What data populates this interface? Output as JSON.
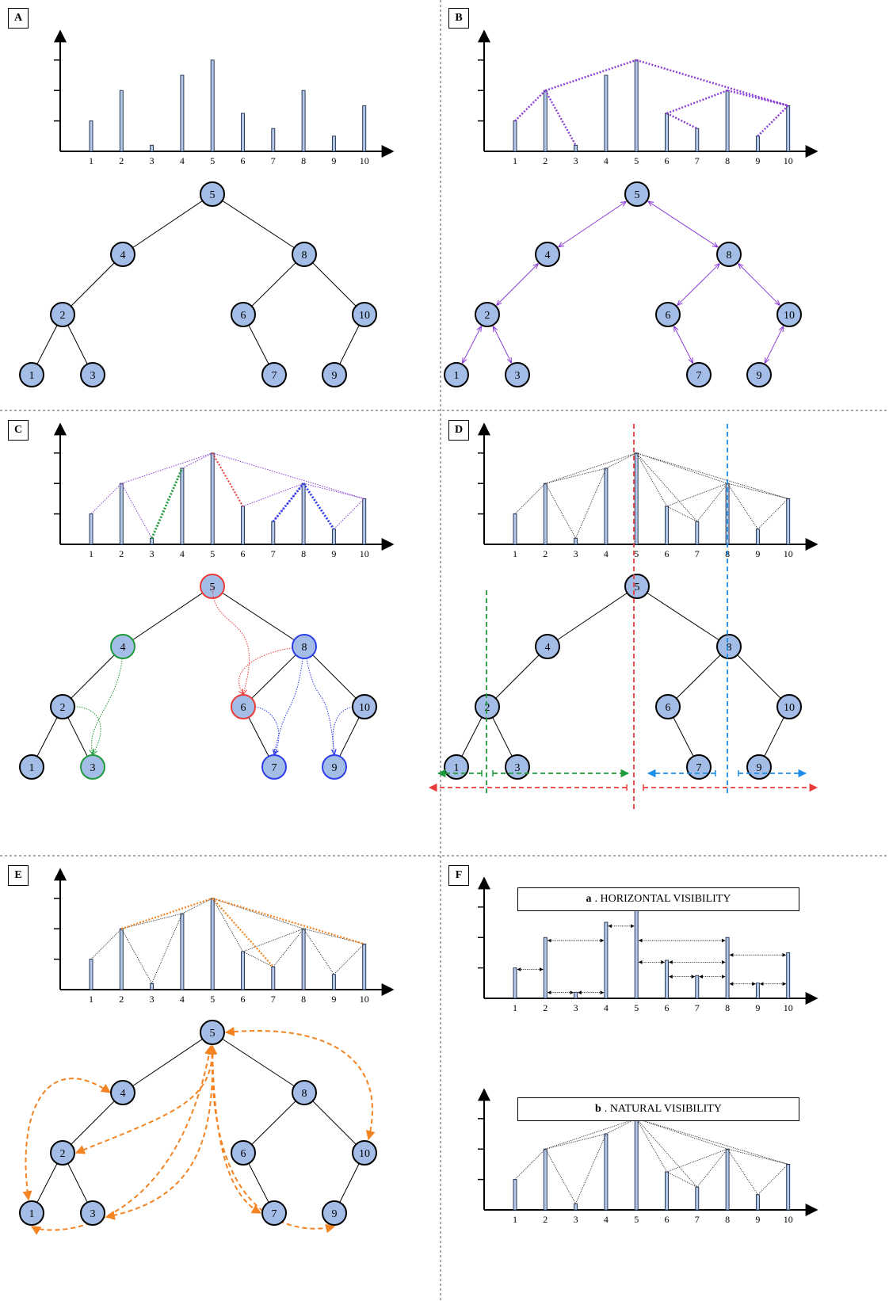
{
  "panels": {
    "A": {
      "label": "A"
    },
    "B": {
      "label": "B"
    },
    "C": {
      "label": "C"
    },
    "D": {
      "label": "D"
    },
    "E": {
      "label": "E"
    },
    "F": {
      "label": "F"
    }
  },
  "series": {
    "x_labels": [
      "1",
      "2",
      "3",
      "4",
      "5",
      "6",
      "7",
      "8",
      "9",
      "10"
    ],
    "values": [
      2.0,
      4.0,
      0.4,
      5.0,
      6.0,
      2.5,
      1.5,
      4.0,
      1.0,
      3.0
    ],
    "ylim": [
      0,
      8
    ]
  },
  "tree": {
    "nodes": [
      "1",
      "2",
      "3",
      "4",
      "5",
      "6",
      "7",
      "8",
      "9",
      "10"
    ],
    "edges": [
      [
        "5",
        "4"
      ],
      [
        "5",
        "8"
      ],
      [
        "4",
        "2"
      ],
      [
        "2",
        "1"
      ],
      [
        "2",
        "3"
      ],
      [
        "8",
        "6"
      ],
      [
        "8",
        "10"
      ],
      [
        "6",
        "7"
      ],
      [
        "10",
        "9"
      ]
    ]
  },
  "natural_visibility_edges": [
    [
      1,
      2
    ],
    [
      2,
      3
    ],
    [
      2,
      4
    ],
    [
      2,
      5
    ],
    [
      3,
      4
    ],
    [
      4,
      5
    ],
    [
      5,
      6
    ],
    [
      5,
      7
    ],
    [
      5,
      8
    ],
    [
      5,
      10
    ],
    [
      6,
      7
    ],
    [
      6,
      8
    ],
    [
      7,
      8
    ],
    [
      8,
      9
    ],
    [
      8,
      10
    ],
    [
      9,
      10
    ]
  ],
  "horizontal_visibility_edges": [
    [
      1,
      2
    ],
    [
      2,
      3
    ],
    [
      2,
      4
    ],
    [
      3,
      4
    ],
    [
      4,
      5
    ],
    [
      5,
      6
    ],
    [
      5,
      8
    ],
    [
      6,
      7
    ],
    [
      6,
      8
    ],
    [
      7,
      8
    ],
    [
      8,
      9
    ],
    [
      8,
      10
    ],
    [
      9,
      10
    ]
  ],
  "panel_F": {
    "a_prefix": "a",
    "a_title": ". HORIZONTAL VISIBILITY",
    "b_prefix": "b",
    "b_title": ". NATURAL VISIBILITY"
  },
  "colors": {
    "node_fill": "#a4bde6",
    "bar_fill": "#b2c7ea",
    "purple": "#8b3fd6",
    "green": "#1f9a3a",
    "red": "#ea3b3b",
    "blue": "#2f3ee8",
    "light_blue": "#1e8ee8",
    "orange": "#f48322"
  }
}
